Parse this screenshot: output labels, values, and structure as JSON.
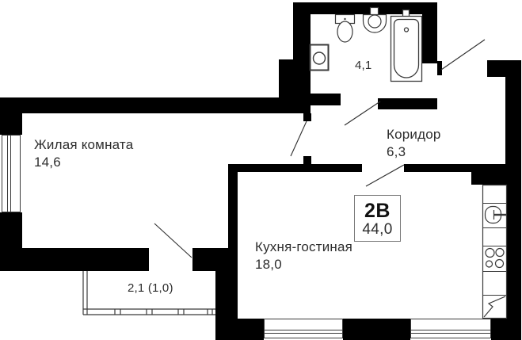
{
  "rooms": {
    "living": {
      "label": "Жилая комната",
      "area": "14,6"
    },
    "corridor": {
      "label": "Коридор",
      "area": "6,3"
    },
    "kitchen": {
      "label": "Кухня-гостиная",
      "area": "18,0"
    },
    "bathroom": {
      "area": "4,1"
    },
    "balcony": {
      "area": "2,1 (1,0)"
    }
  },
  "unit_badge": {
    "type_code": "2В",
    "total_area": "44,0"
  },
  "fixtures": [
    "bathtub",
    "sink",
    "toilet",
    "washing-machine",
    "kitchen-sink",
    "stove-4-burner",
    "refrigerator"
  ],
  "colors": {
    "wall": "#000000",
    "text": "#2d2d2d",
    "fixture_line": "#3a3a3a",
    "badge_border": "#7a7a7a"
  }
}
